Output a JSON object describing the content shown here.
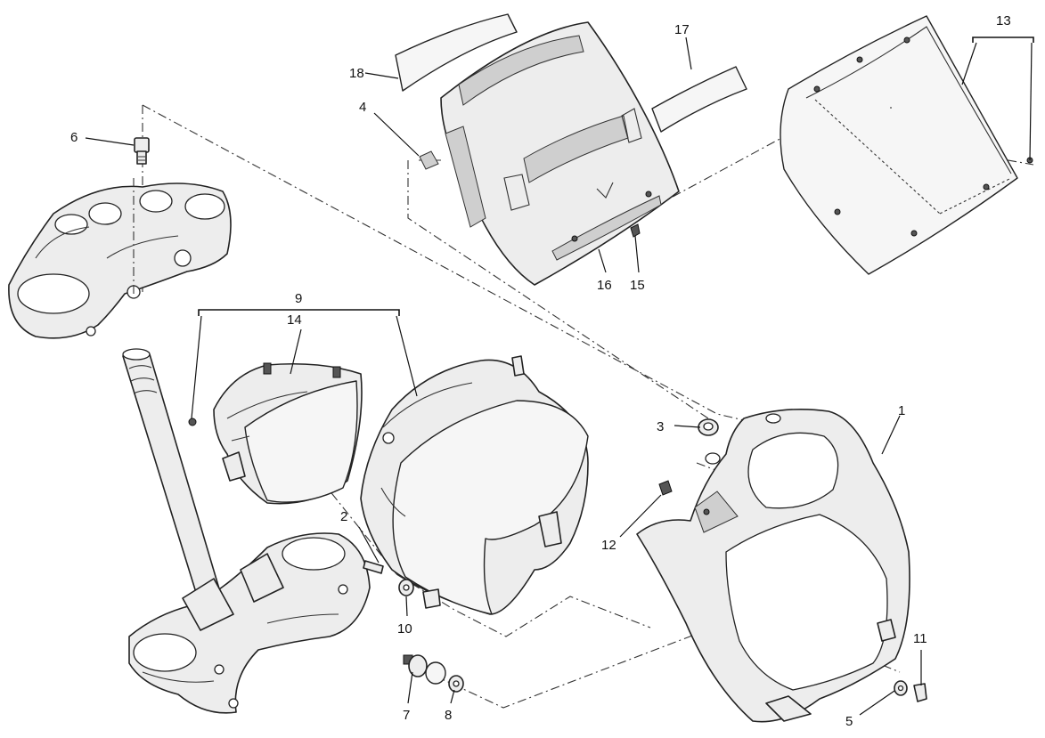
{
  "diagram": {
    "callouts": {
      "c1": "1",
      "c2": "2",
      "c3": "3",
      "c4": "4",
      "c5": "5",
      "c6": "6",
      "c7": "7",
      "c8": "8",
      "c9": "9",
      "c10": "10",
      "c11": "11",
      "c12": "12",
      "c13": "13",
      "c14": "14",
      "c15": "15",
      "c16": "16",
      "c17": "17",
      "c18": "18"
    },
    "colors": {
      "line": "#222222",
      "fill": "#ededed",
      "background": "#ffffff"
    }
  }
}
